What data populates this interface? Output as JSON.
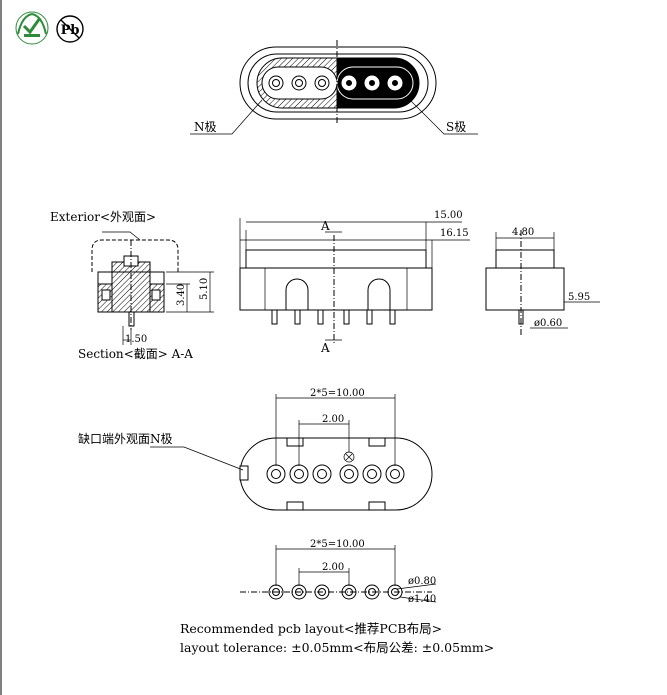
{
  "icons": {
    "rohs_badge": "rohs-leaf-badge-icon",
    "lead_free": "Pb"
  },
  "top_view": {
    "left_label": "N极",
    "right_label": "S极"
  },
  "section_view": {
    "exterior_label": "Exterior<外观面>",
    "height_inner": "3.40",
    "height_total": "5.10",
    "pin_offset": "1.50",
    "caption": "Section<截面>  A-A"
  },
  "front_view": {
    "width": "15.00",
    "width_overall": "16.15",
    "section_mark_top": "A",
    "section_mark_bottom": "A"
  },
  "side_view": {
    "depth": "4.80",
    "pin_length": "5.95",
    "pin_diameter": "ø0.60"
  },
  "bottom_view": {
    "pitch_total": "2*5=10.00",
    "pitch": "2.00",
    "notch_label": "缺口端外观面N极"
  },
  "pcb_layout": {
    "pitch_total": "2*5=10.00",
    "pitch": "2.00",
    "hole_diameter": "ø0.80",
    "pad_diameter": "ø1.40",
    "title": "Recommended pcb layout<推荐PCB布局>",
    "tolerance": "layout tolerance: ±0.05mm<布局公差: ±0.05mm>"
  }
}
